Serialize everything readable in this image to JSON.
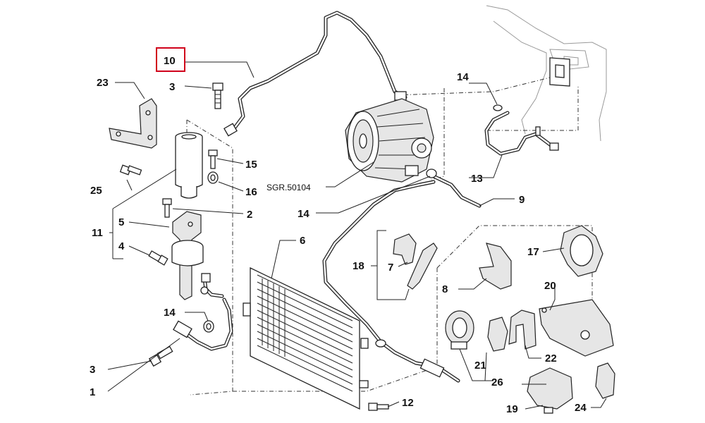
{
  "diagram": {
    "highlight_color": "#d0021b",
    "highlighted_label": "10",
    "reference_code": "SGR.50104",
    "labels": {
      "l1": "1",
      "l2": "2",
      "l3a": "3",
      "l3b": "3",
      "l4": "4",
      "l5": "5",
      "l6": "6",
      "l7": "7",
      "l8": "8",
      "l9": "9",
      "l10": "10",
      "l11": "11",
      "l12": "12",
      "l13": "13",
      "l14a": "14",
      "l14b": "14",
      "l14c": "14",
      "l15": "15",
      "l16": "16",
      "l17": "17",
      "l18": "18",
      "l19": "19",
      "l20": "20",
      "l21": "21",
      "l22": "22",
      "l23": "23",
      "l24": "24",
      "l25": "25",
      "l26": "26"
    }
  }
}
